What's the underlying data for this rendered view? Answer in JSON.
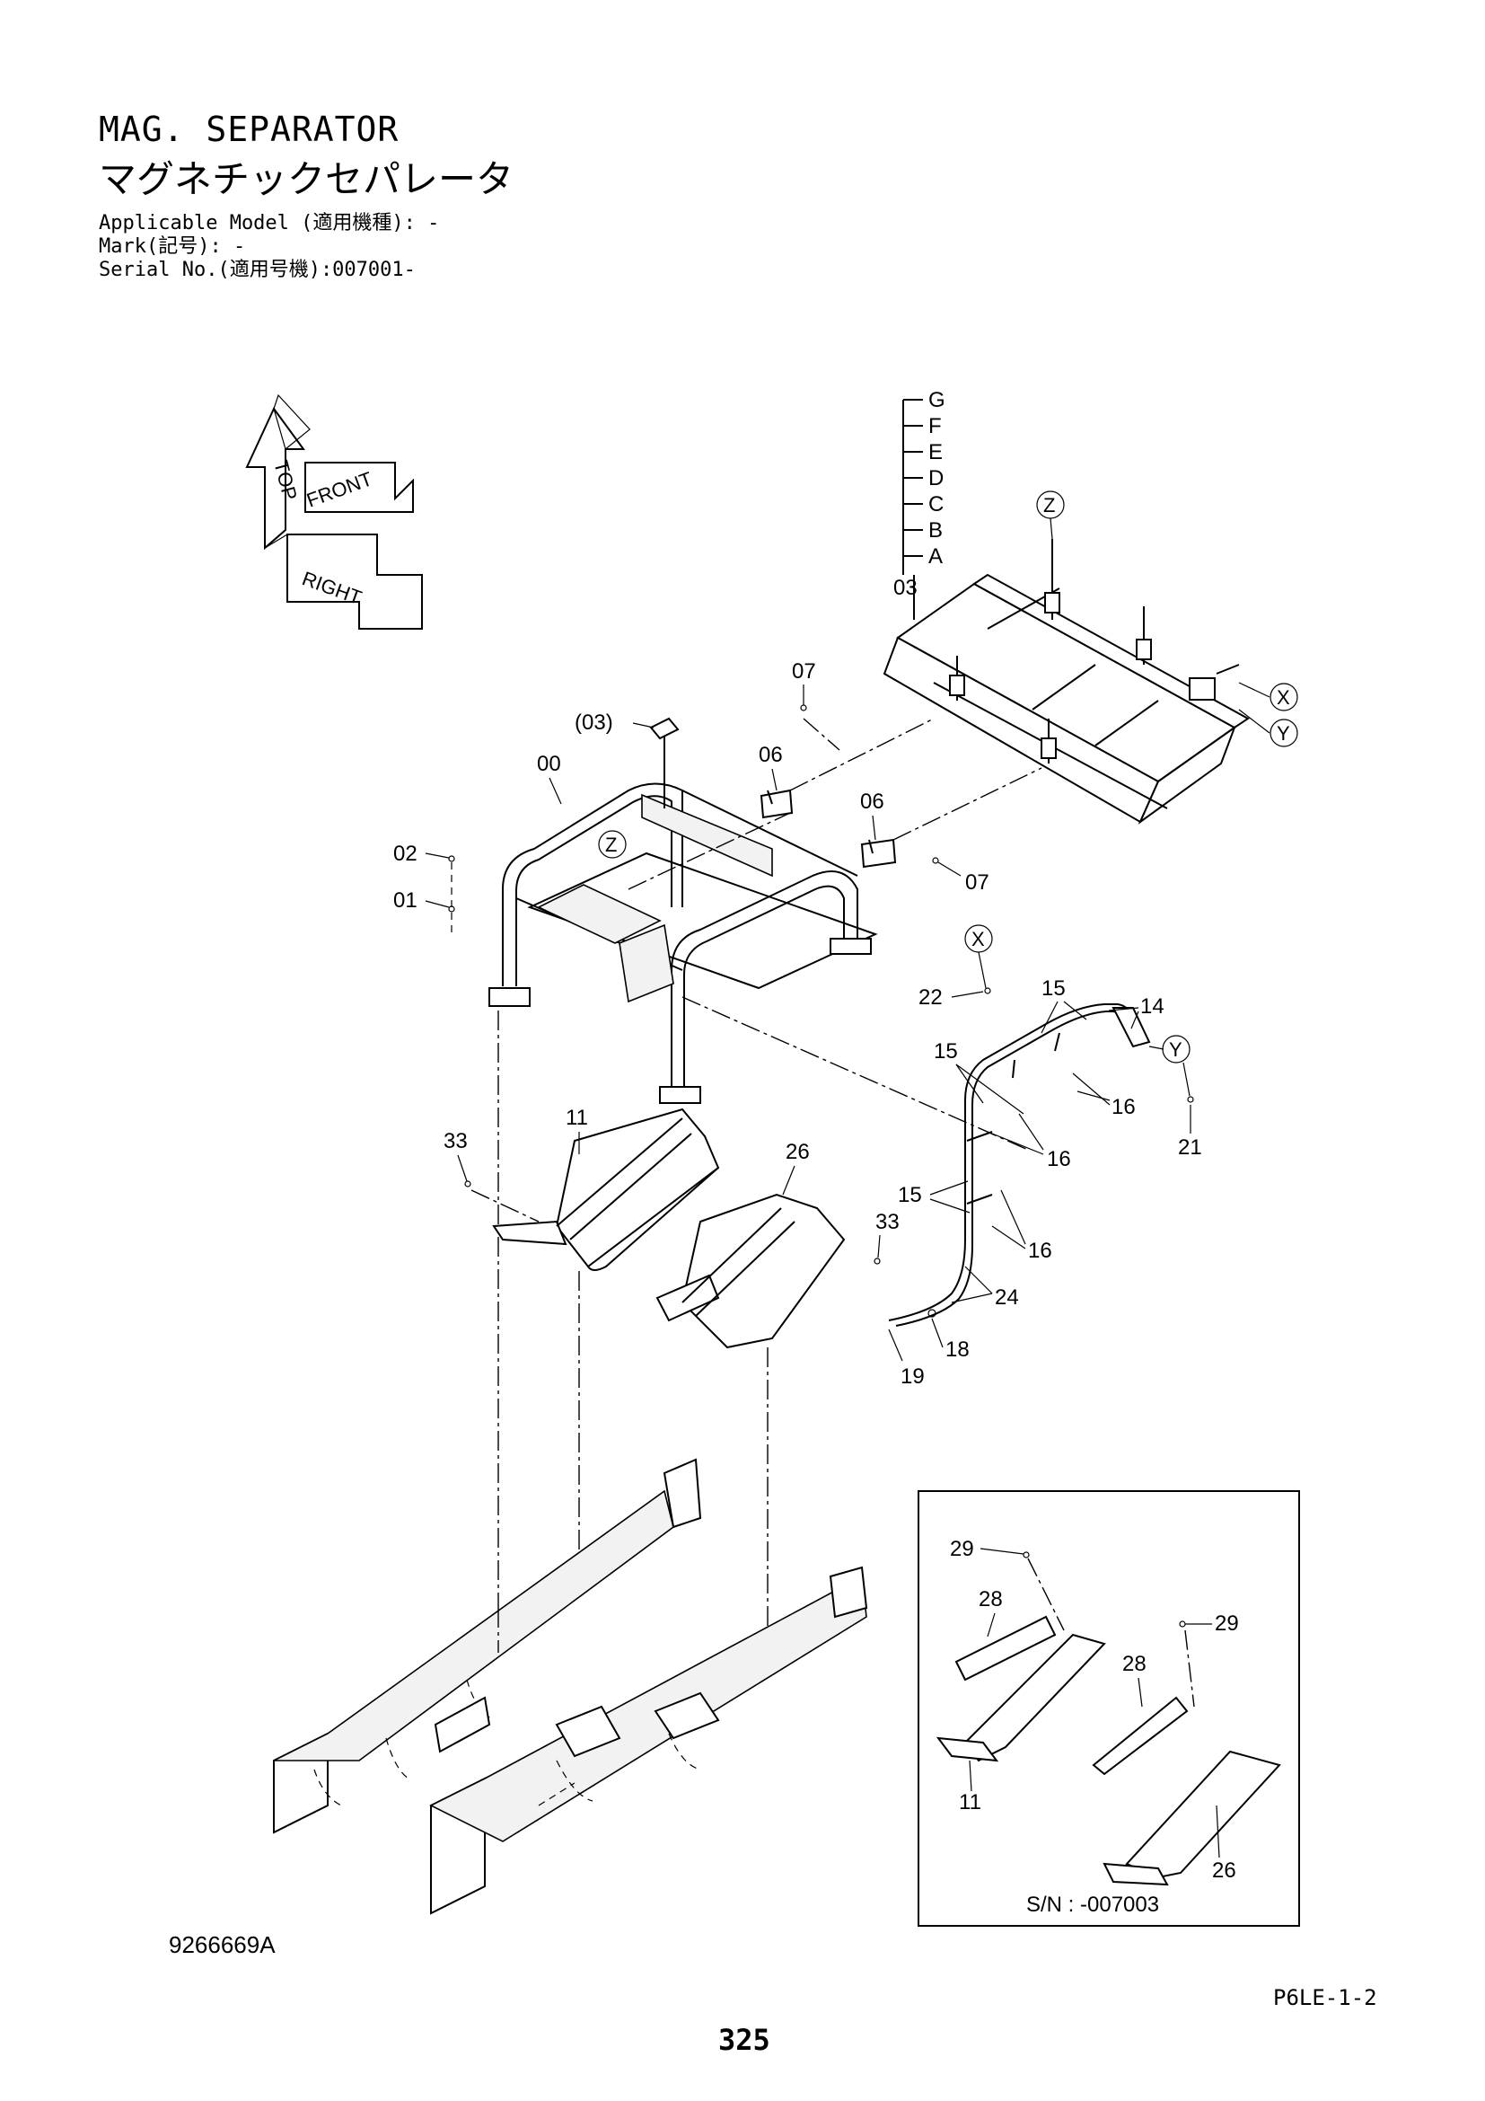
{
  "header": {
    "title_en": "MAG. SEPARATOR",
    "title_ja": "マグネチックセパレータ",
    "applicable_model": "Applicable Model (適用機種): -",
    "mark": "Mark(記号): -",
    "serial_no": "Serial No.(適用号機):007001-"
  },
  "orientation": {
    "top": "TOP",
    "front": "FRONT",
    "right": "RIGHT"
  },
  "callouts": {
    "p00": "00",
    "p01": "01",
    "p02": "02",
    "p03": "03",
    "p03_ref": "(03)",
    "p06a": "06",
    "p06b": "06",
    "p07a": "07",
    "p07b": "07",
    "p11": "11",
    "p14": "14",
    "p15a": "15",
    "p15b": "15",
    "p15c": "15",
    "p16a": "16",
    "p16b": "16",
    "p16c": "16",
    "p18": "18",
    "p19": "19",
    "p21": "21",
    "p22": "22",
    "p24": "24",
    "p26": "26",
    "p33a": "33",
    "p33b": "33"
  },
  "variants": [
    "G",
    "F",
    "E",
    "D",
    "C",
    "B",
    "A"
  ],
  "ref_marks": {
    "z1": "Z",
    "z2": "Z",
    "x1": "X",
    "x2": "X",
    "y1": "Y",
    "y2": "Y"
  },
  "inset": {
    "p29a": "29",
    "p29b": "29",
    "p28a": "28",
    "p28b": "28",
    "p11": "11",
    "p26": "26",
    "serial_note": "S/N : -007003"
  },
  "footer": {
    "drawing_number": "9266669A",
    "page_ref": "P6LE-1-2",
    "page_number": "325"
  }
}
